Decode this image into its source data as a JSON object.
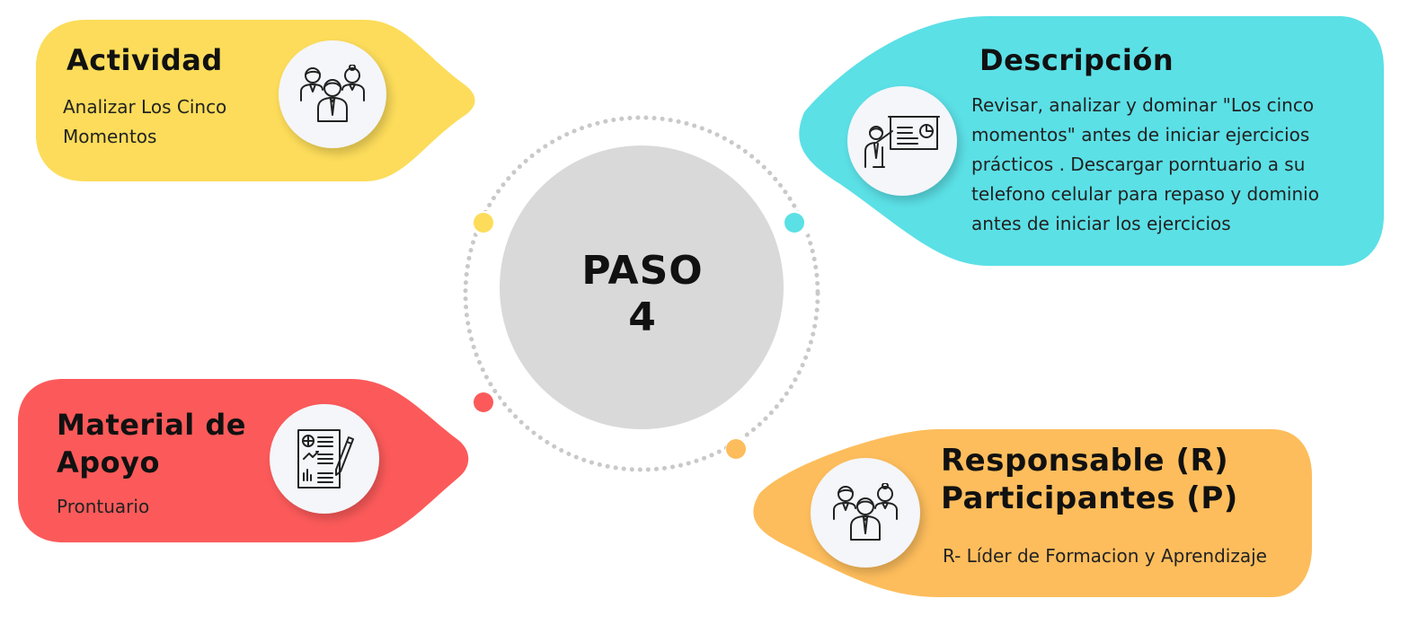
{
  "center": {
    "line1": "PASO",
    "line2": "4"
  },
  "colors": {
    "actividad": "#fcdc5a",
    "descripcion": "#5be0e6",
    "material": "#fc5a5a",
    "responsable": "#fdbd5c",
    "center_circle": "#d9d9d9",
    "ring_dots": "#c9c9c9"
  },
  "cards": {
    "actividad": {
      "title": "Actividad",
      "text": "Analizar Los Cinco Momentos",
      "icon": "team-people-icon"
    },
    "descripcion": {
      "title": "Descripción",
      "text": "Revisar, analizar  y dominar \"Los cinco momentos\"  antes de iniciar ejercicios prácticos . Descargar porntuario a su telefono celular  para repaso y dominio antes de iniciar los ejercicios",
      "icon": "presentation-board-icon"
    },
    "material": {
      "title_line1": "Material de",
      "title_line2": "Apoyo",
      "text": "Prontuario",
      "icon": "document-report-icon"
    },
    "responsable": {
      "title_line1": "Responsable (R)",
      "title_line2": "Participantes (P)",
      "text": "R- Líder de  Formacion y Aprendizaje",
      "icon": "team-people-icon"
    }
  }
}
